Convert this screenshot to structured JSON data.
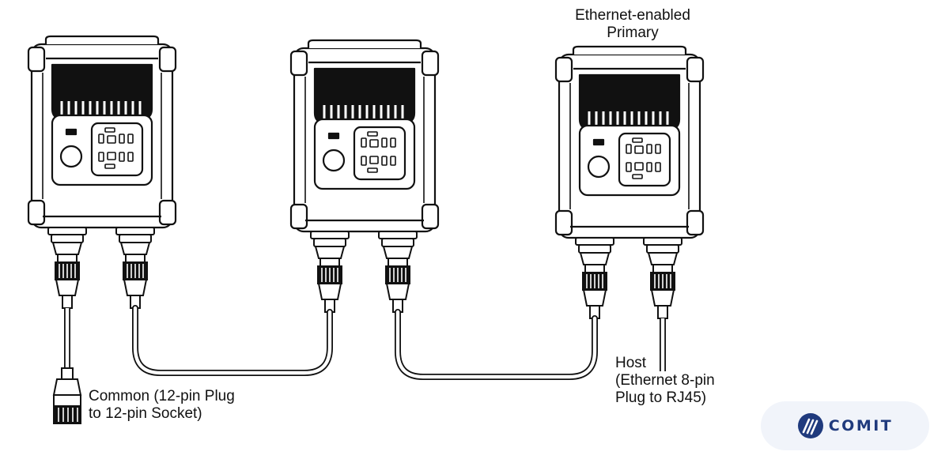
{
  "labels": {
    "primary": [
      "Ethernet-enabled",
      "Primary"
    ],
    "common": [
      "Common (12-pin Plug",
      "to 12-pin Socket)"
    ],
    "host": [
      "Host",
      "(Ethernet 8-pin",
      "Plug to RJ45)"
    ]
  },
  "brand": {
    "name": "COMIT",
    "icon": "comit-logo-icon",
    "accent": "#1f3a7d",
    "background": "#f1f4fa"
  },
  "devices": [
    {
      "name": "device-left",
      "icon": "camera-device-icon"
    },
    {
      "name": "device-middle",
      "icon": "camera-device-icon"
    },
    {
      "name": "device-primary",
      "icon": "camera-device-icon"
    }
  ],
  "cables": [
    {
      "name": "common-cable-1",
      "type": "Common (12-pin Plug to 12-pin Socket)"
    },
    {
      "name": "common-cable-2",
      "type": "Common (12-pin Plug to 12-pin Socket)"
    },
    {
      "name": "host-cable",
      "type": "Host (Ethernet 8-pin Plug to RJ45)"
    }
  ],
  "colors": {
    "stroke": "#111111",
    "fill": "#ffffff"
  }
}
